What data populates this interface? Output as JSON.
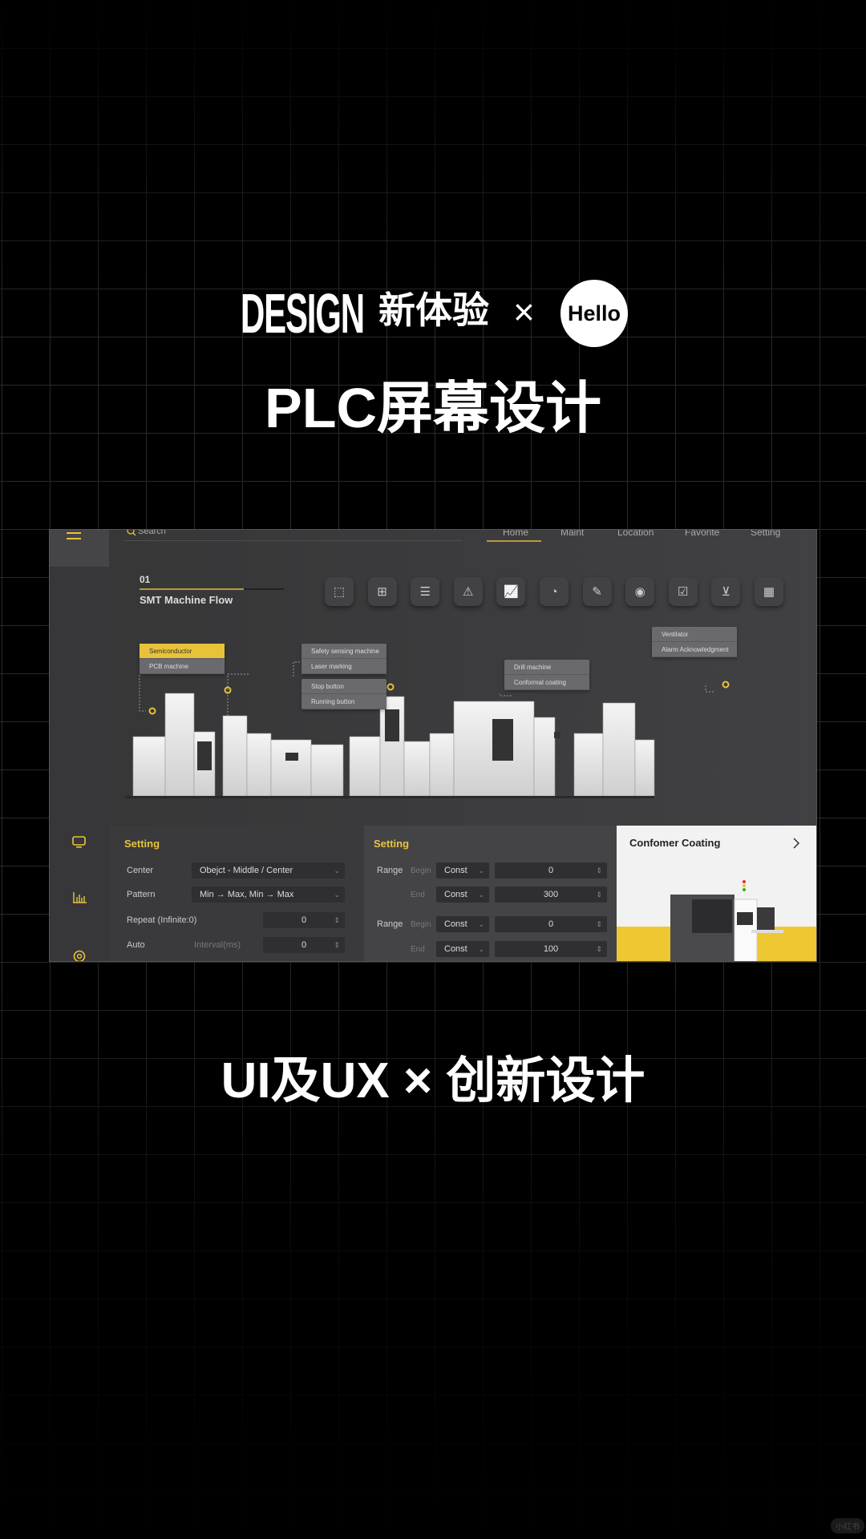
{
  "poster": {
    "brand": "DESIGN",
    "brand_cn": "新体验",
    "times": "×",
    "partner_logo": "Hello",
    "title": "PLC屏幕设计",
    "tagline": "UI及UX × 创新设计",
    "watermark": "小红书"
  },
  "colors": {
    "accent": "#e8c33a",
    "panel": "#3a3a3c",
    "background": "#000000"
  },
  "app": {
    "search_placeholder": "Search",
    "tabs": [
      {
        "label": "Home",
        "active": true
      },
      {
        "label": "Maint"
      },
      {
        "label": "Location"
      },
      {
        "label": "Favorite"
      },
      {
        "label": "Setting"
      }
    ],
    "flow": {
      "index": "01",
      "title": "SMT Machine Flow",
      "progress": 0.72
    },
    "toolbar_icons": [
      "select-area-icon",
      "multi-select-icon",
      "toggle-icon",
      "warning-icon",
      "line-chart-icon",
      "pie-chart-icon",
      "edit-icon",
      "record-icon",
      "checkbox-icon",
      "dropdown-check-icon",
      "calendar-icon"
    ],
    "callouts": {
      "c1": [
        "Semiconductor",
        "PCB machine"
      ],
      "c2": [
        "Safety sensing machine",
        "Laser marking"
      ],
      "c3": [
        "Stop button",
        "Running button"
      ],
      "c4": [
        "Drill machine",
        "Conformal coating"
      ],
      "c5": [
        "Ventilator",
        "Alarm Acknowledgment"
      ]
    },
    "sidebar_icons": [
      "menu-icon",
      "monitor-icon",
      "bar-chart-icon",
      "settings-icon"
    ],
    "setting1": {
      "title": "Setting",
      "center_label": "Center",
      "center_value": "Obejct - Middle / Center",
      "pattern_label": "Pattern",
      "pattern_value": "Min → Max, Min → Max",
      "repeat_label": "Repeat (Infinite:0)",
      "repeat_value": "0",
      "auto_label": "Auto",
      "interval_label": "Interval(ms)",
      "interval_value": "0"
    },
    "setting2": {
      "title": "Setting",
      "range_label": "Range",
      "begin_label": "Begin",
      "end_label": "End",
      "r1_begin_type": "Const",
      "r1_begin_value": "0",
      "r1_end_type": "Const",
      "r1_end_value": "300",
      "r2_begin_type": "Const",
      "r2_begin_value": "0",
      "r2_end_type": "Const",
      "r2_end_value": "100"
    },
    "card": {
      "title": "Confomer Coating"
    }
  }
}
